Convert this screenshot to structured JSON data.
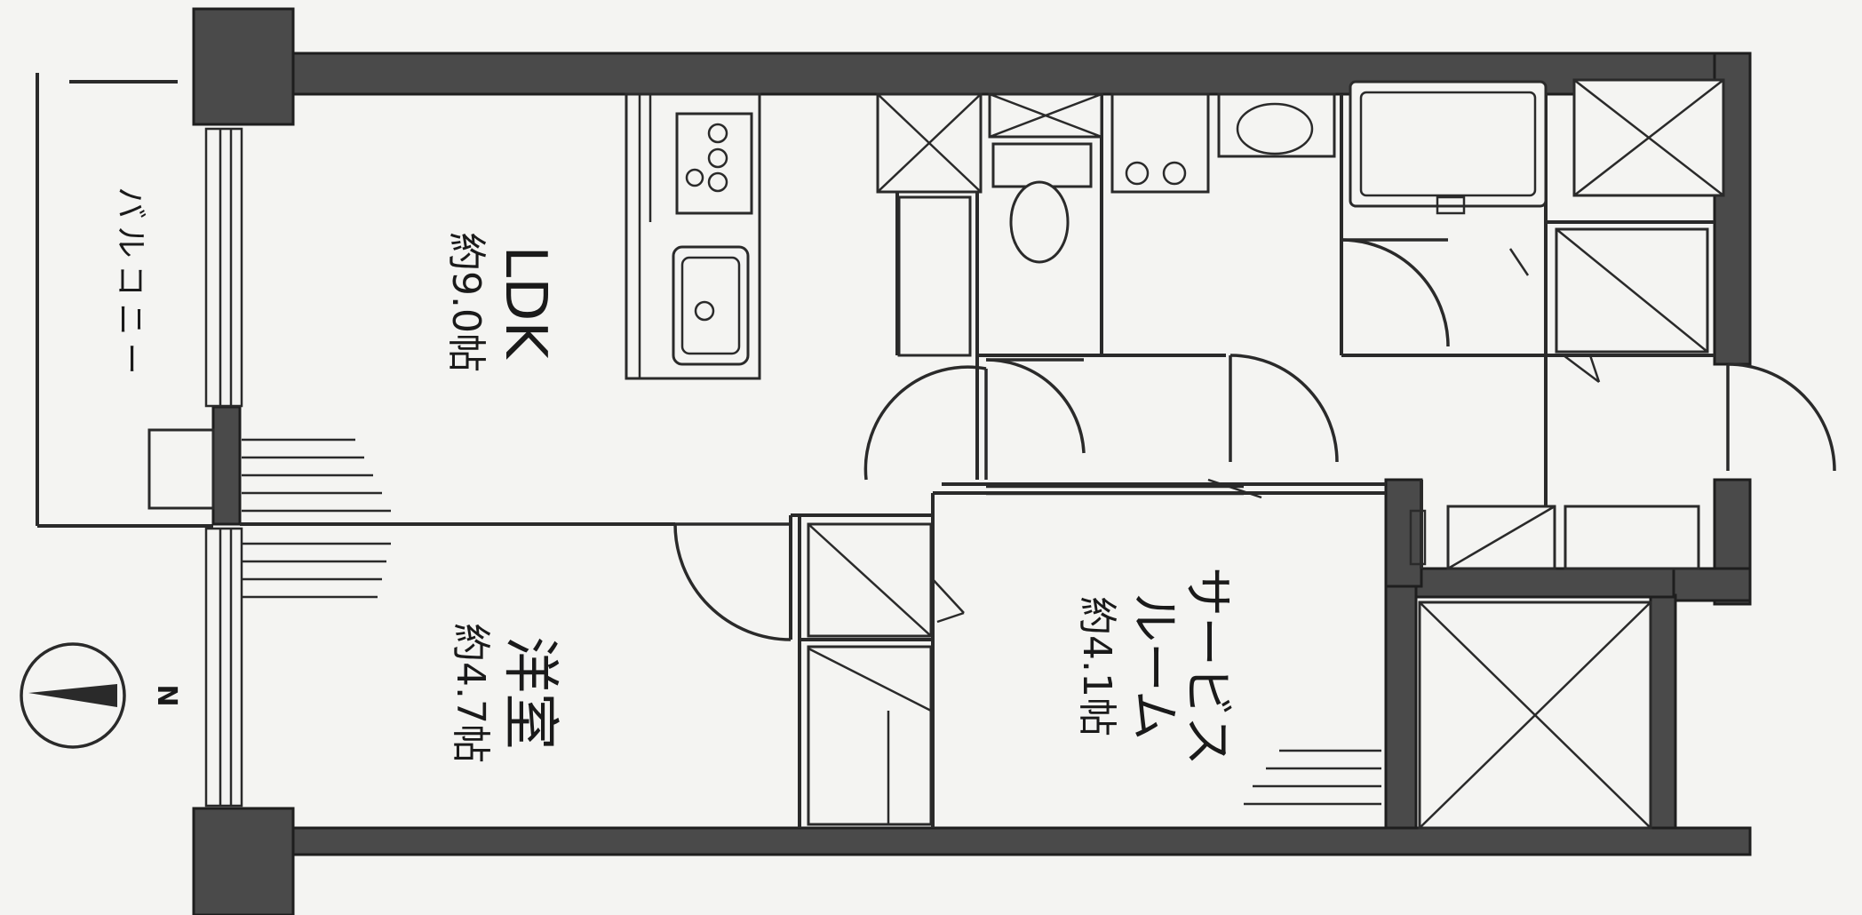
{
  "rooms": {
    "ldk": {
      "name": "LDK",
      "size": "約9.0帖"
    },
    "western": {
      "name": "洋室",
      "size": "約4.7帖"
    },
    "service": {
      "name_line1": "サービス",
      "name_line2": "ルーム",
      "size": "約4.1帖"
    }
  },
  "balcony": {
    "label": "バルコニー"
  },
  "compass": {
    "label": "N"
  }
}
